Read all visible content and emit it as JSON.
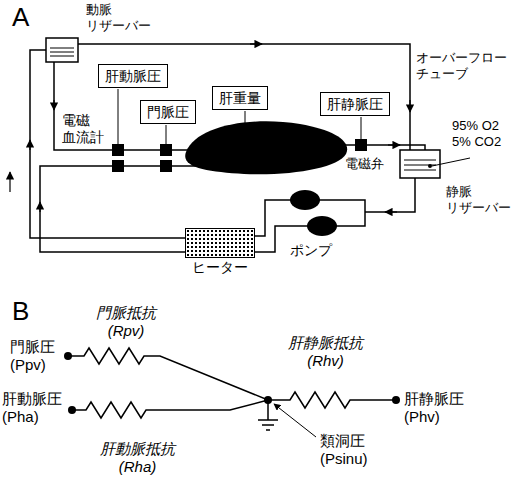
{
  "diagram": {
    "nodes": [
      {
        "text": [
          "肝動脈圧"
        ]
      },
      {
        "text": [
          "門脈圧"
        ]
      },
      {
        "text": [
          "肝重量"
        ]
      },
      {
        "text": [
          "肝静脈圧"
        ]
      },
      {
        "text": [
          "ヒーター"
        ]
      }
    ],
    "labels": [
      "A",
      "動脈 リザーバー",
      "オーバーフロー チューブ",
      "電磁 血流計",
      "電磁弁",
      "95% O2",
      "5% CO2",
      "静脈 リザーバー",
      "ポンプ",
      "B",
      "門脈抵抗 (Rpv)",
      "門脈圧 (Ppv)",
      "肝静脈抵抗 (Rhv)",
      "肝動脈圧 (Pha)",
      "肝静脈圧 (Phv)",
      "肝動脈抵抗 (Rha)",
      "類洞圧 (Psinu)"
    ]
  }
}
